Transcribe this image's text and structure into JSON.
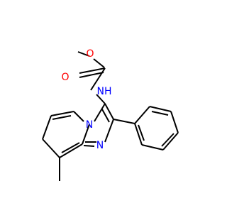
{
  "molecule": {
    "atoms": {
      "ester_oxygen": "O",
      "carbonyl_oxygen": "O",
      "amine_nh": "NH",
      "bridgehead_nitrogen": "N",
      "imidazole_nitrogen": "N"
    },
    "colors": {
      "oxygen": "#ff0000",
      "nitrogen": "#0000ff",
      "carbon_bond": "#000000",
      "background": "#ffffff"
    }
  }
}
